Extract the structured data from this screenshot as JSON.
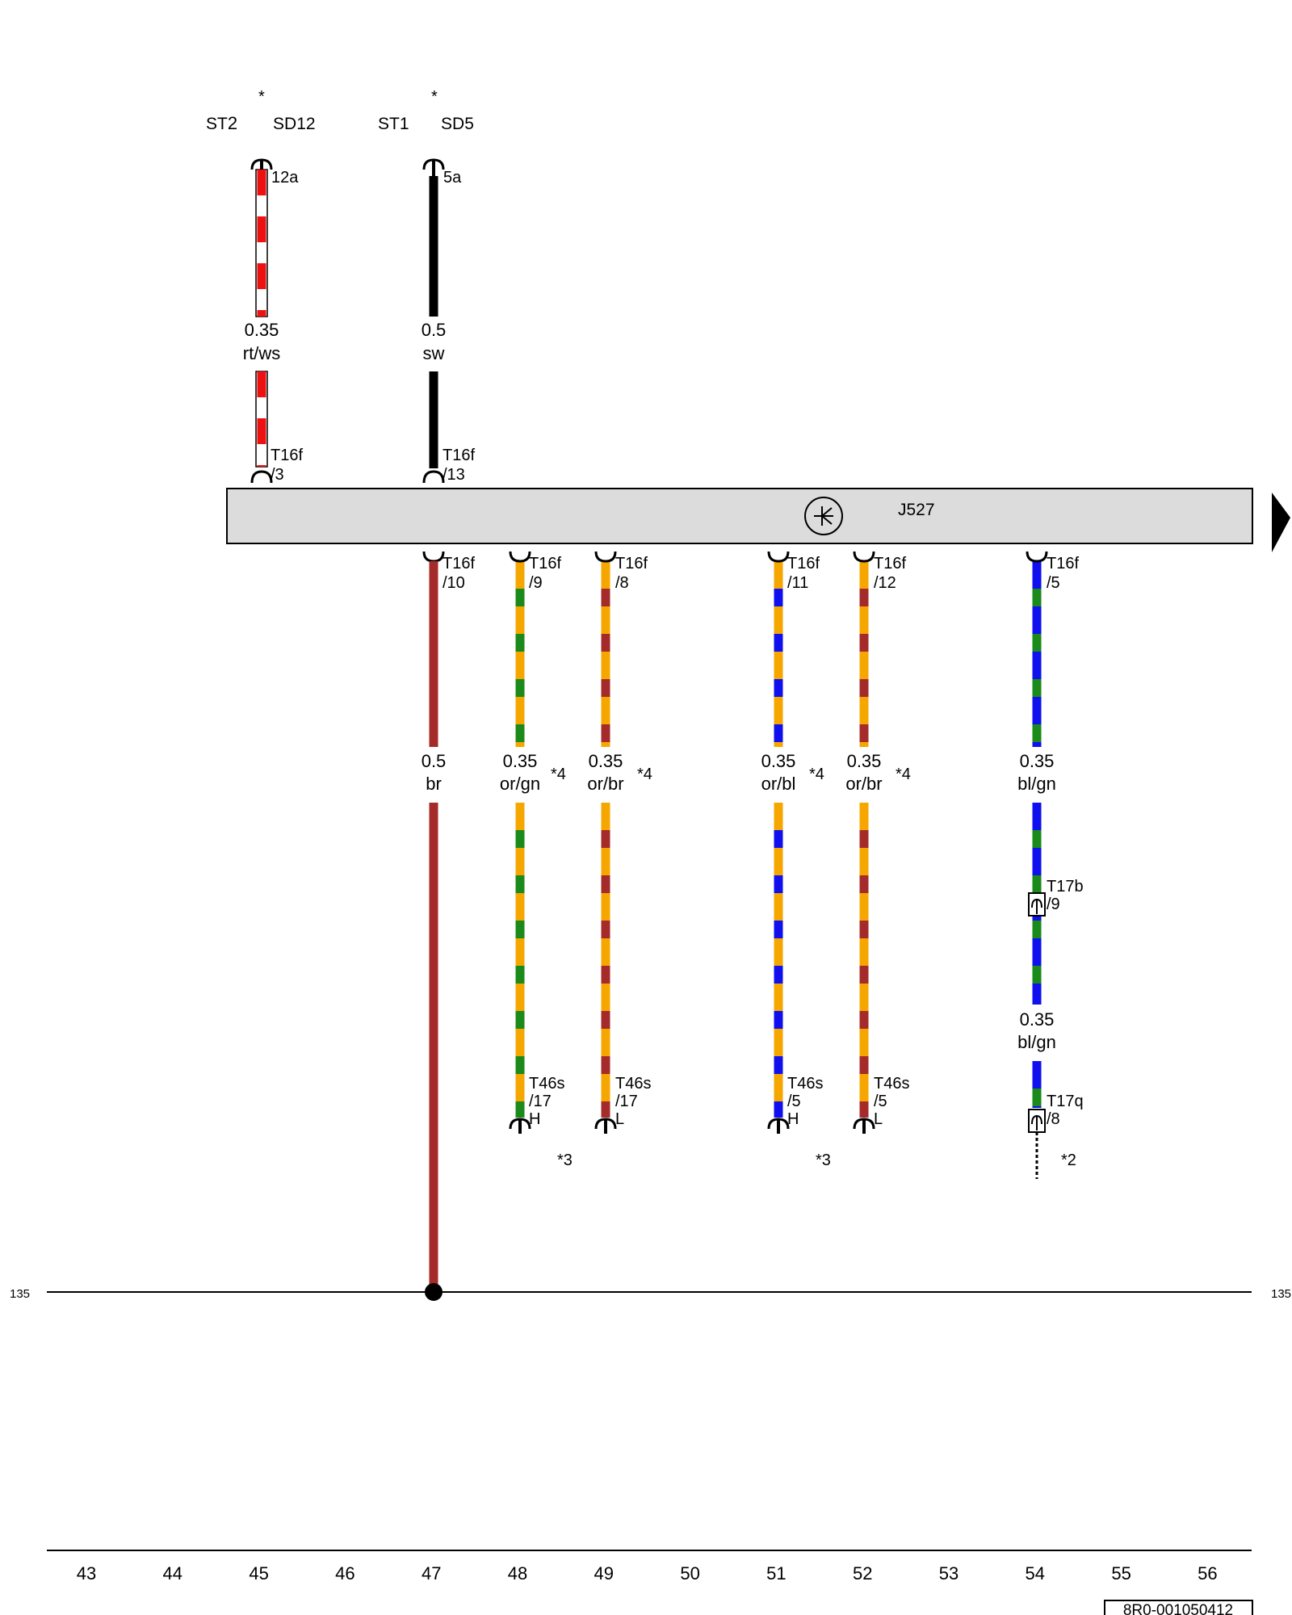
{
  "diagram": {
    "top_labels": [
      {
        "main": "ST",
        "sub": "2"
      },
      {
        "main": "SD",
        "sub": "12"
      },
      {
        "main": "ST",
        "sub": "1"
      },
      {
        "main": "SD",
        "sub": "5"
      }
    ],
    "asterisks": [
      "*",
      "*"
    ],
    "top_pins": [
      "12a",
      "5a"
    ],
    "component": {
      "main": "J",
      "sub": "527"
    },
    "wires": [
      {
        "gauge": "0.35",
        "color_code": "rt/ws",
        "connector": "T16f",
        "pin": "/3"
      },
      {
        "gauge": "0.5",
        "color_code": "sw",
        "connector": "T16f",
        "pin": "/13"
      },
      {
        "gauge": "0.5",
        "color_code": "br",
        "connector": "T16f",
        "pin": "/10"
      },
      {
        "gauge": "0.35",
        "color_code": "or/gn",
        "connector": "T16f",
        "pin": "/9",
        "note": "*4",
        "end_connector": "T46s",
        "end_pin": "/17",
        "end_mark": "H"
      },
      {
        "gauge": "0.35",
        "color_code": "or/br",
        "connector": "T16f",
        "pin": "/8",
        "note": "*4",
        "end_connector": "T46s",
        "end_pin": "/17",
        "end_mark": "L"
      },
      {
        "gauge": "0.35",
        "color_code": "or/bl",
        "connector": "T16f",
        "pin": "/11",
        "note": "*4",
        "end_connector": "T46s",
        "end_pin": "/5",
        "end_mark": "H"
      },
      {
        "gauge": "0.35",
        "color_code": "or/br",
        "connector": "T16f",
        "pin": "/12",
        "note": "*4",
        "end_connector": "T46s",
        "end_pin": "/5",
        "end_mark": "L"
      },
      {
        "gauge": "0.35",
        "color_code": "bl/gn",
        "connector": "T16f",
        "pin": "/5",
        "mid_connector": "T17b",
        "mid_pin": "/9",
        "gauge2": "0.35",
        "color_code2": "bl/gn",
        "end_connector": "T17q",
        "end_pin": "/8",
        "note": "*2"
      }
    ],
    "footnotes": [
      "*3",
      "*3"
    ],
    "ground_ref": {
      "left": "135",
      "right": "135"
    },
    "grid_numbers": [
      "43",
      "44",
      "45",
      "46",
      "47",
      "48",
      "49",
      "50",
      "51",
      "52",
      "53",
      "54",
      "55",
      "56"
    ],
    "doc_id": "8R0-001050412",
    "colors": {
      "red": "#ee1111",
      "white": "#ffffff",
      "black": "#000000",
      "brown": "#a52a2a",
      "orange": "#f5a700",
      "green": "#1a8a1a",
      "blue": "#1010ee",
      "module": "#dcdcdc"
    }
  }
}
